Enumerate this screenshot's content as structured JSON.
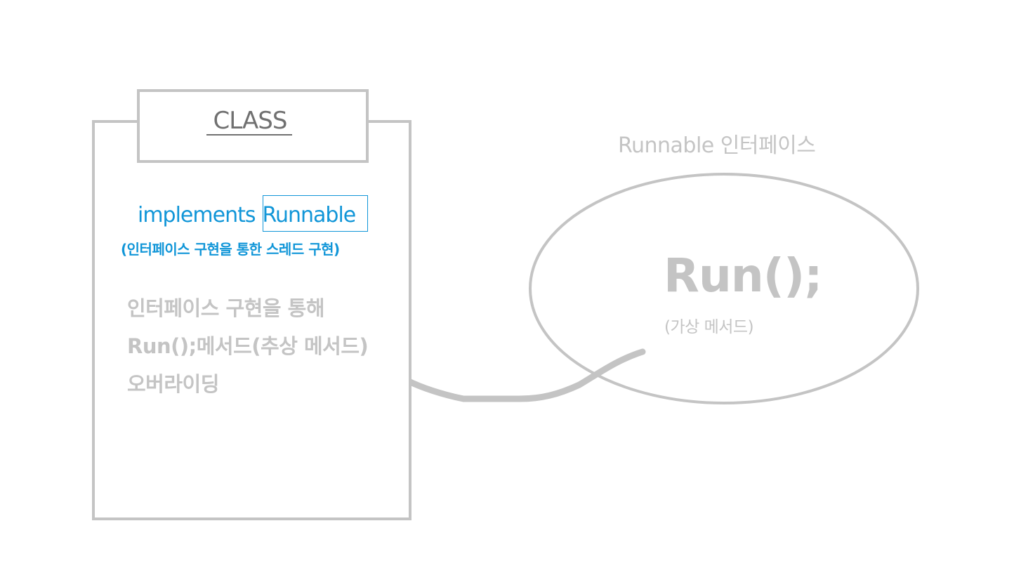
{
  "class_box": {
    "title": "CLASS",
    "implements_keyword": "implements",
    "implements_target": "Runnable",
    "subtitle": "(인터페이스 구현을 통한 스레드 구현)",
    "description_lines": [
      "인터페이스 구현을 통해",
      "Run();메서드(추상 메서드)",
      "오버라이딩"
    ]
  },
  "interface": {
    "label": "Runnable 인터페이스",
    "method": "Run();",
    "method_note": "(가상 메서드)"
  },
  "colors": {
    "outline_gray": "#c4c4c4",
    "title_gray": "#707070",
    "accent_blue": "#1196d8"
  }
}
